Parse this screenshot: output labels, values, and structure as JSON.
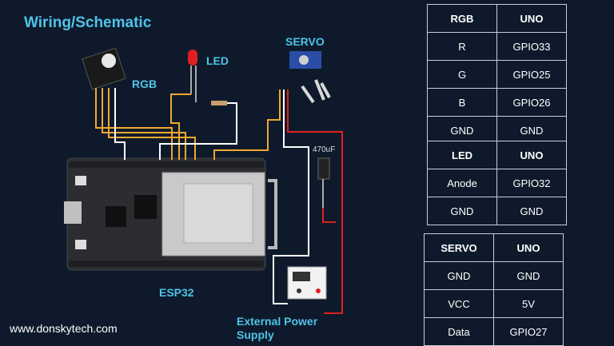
{
  "title": "Wiring/Schematic",
  "labels": {
    "rgb": "RGB",
    "led": "LED",
    "servo": "SERVO",
    "esp32": "ESP32",
    "external_power_line1": "External Power",
    "external_power_line2": "Supply",
    "capacitor": "470uF",
    "website": "www.donskytech.com"
  },
  "colors": {
    "background": "#0e1a2b",
    "accent": "#4fc3e8",
    "wire_orange": "#f0a830",
    "wire_red": "#e02020",
    "wire_white": "#ffffff"
  },
  "tables": {
    "rgb": {
      "headers": [
        "RGB",
        "UNO"
      ],
      "rows": [
        [
          "R",
          "GPIO33"
        ],
        [
          "G",
          "GPIO25"
        ],
        [
          "B",
          "GPIO26"
        ],
        [
          "GND",
          "GND"
        ]
      ]
    },
    "led": {
      "headers": [
        "LED",
        "UNO"
      ],
      "rows": [
        [
          "Anode",
          "GPIO32"
        ],
        [
          "GND",
          "GND"
        ]
      ]
    },
    "servo": {
      "headers": [
        "SERVO",
        "UNO"
      ],
      "rows": [
        [
          "GND",
          "GND"
        ],
        [
          "VCC",
          "5V"
        ],
        [
          "Data",
          "GPIO27"
        ]
      ]
    }
  }
}
